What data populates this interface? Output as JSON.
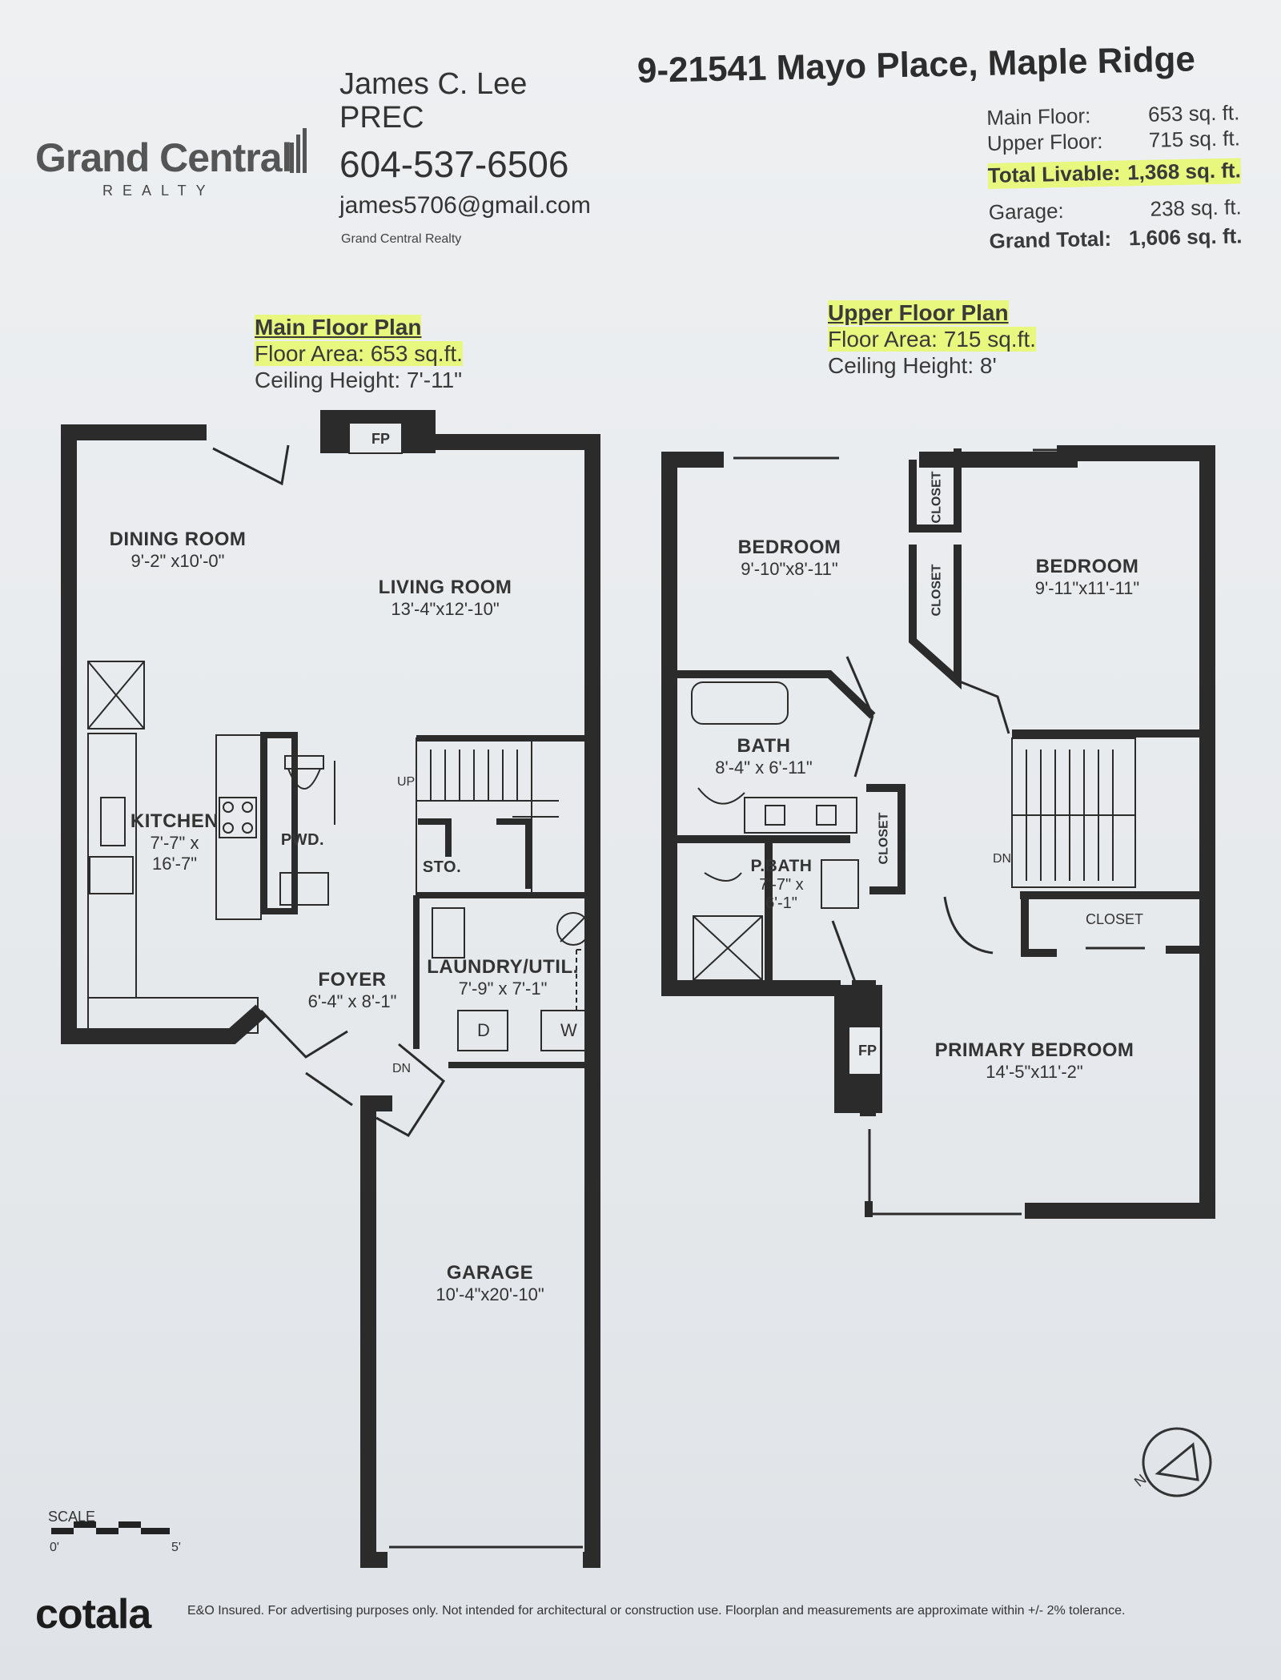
{
  "brand": {
    "name": "Grand Central",
    "sub": "REALTY"
  },
  "agent": {
    "name": "James C. Lee",
    "title": "PREC",
    "phone": "604-537-6506",
    "email": "james5706@gmail.com",
    "company": "Grand Central Realty"
  },
  "listing": {
    "address": "9-21541 Mayo Place, Maple Ridge",
    "areas": [
      {
        "label": "Main Floor:",
        "value": "653 sq. ft."
      },
      {
        "label": "Upper Floor:",
        "value": "715 sq. ft."
      },
      {
        "label": "Total Livable:",
        "value": "1,368 sq. ft."
      },
      {
        "label": "Garage:",
        "value": "238 sq. ft."
      },
      {
        "label": "Grand Total:",
        "value": "1,606 sq. ft."
      }
    ]
  },
  "main_plan": {
    "title": "Main Floor Plan",
    "area": "Floor Area: 653 sq.ft.",
    "ceiling": "Ceiling Height: 7'-11\"",
    "rooms": {
      "dining": {
        "name": "DINING ROOM",
        "dims": "9'-2\" x10'-0\""
      },
      "living": {
        "name": "LIVING ROOM",
        "dims": "13'-4\"x12'-10\""
      },
      "kitchen": {
        "name": "KITCHEN",
        "dims1": "7'-7\" x",
        "dims2": "16'-7\""
      },
      "pwd": {
        "name": "PWD."
      },
      "sto": {
        "name": "STO."
      },
      "foyer": {
        "name": "FOYER",
        "dims": "6'-4\" x 8'-1\""
      },
      "laundry": {
        "name": "LAUNDRY/UTIL.",
        "dims": "7'-9\" x 7'-1\""
      },
      "garage": {
        "name": "GARAGE",
        "dims": "10'-4\"x20'-10\""
      }
    },
    "labels": {
      "fp": "FP",
      "up": "UP",
      "dn": "DN",
      "dryer": "D",
      "washer": "W"
    }
  },
  "upper_plan": {
    "title": "Upper Floor Plan",
    "area": "Floor Area: 715 sq.ft.",
    "ceiling": "Ceiling Height: 8'",
    "rooms": {
      "bedroom1": {
        "name": "BEDROOM",
        "dims": "9'-10\"x8'-11\""
      },
      "bedroom2": {
        "name": "BEDROOM",
        "dims": "9'-11\"x11'-11\""
      },
      "bath": {
        "name": "BATH",
        "dims": "8'-4\" x 6'-11\""
      },
      "pbath": {
        "name": "P.BATH",
        "dims1": "7'-7\" x",
        "dims2": "6'-1\""
      },
      "primary": {
        "name": "PRIMARY BEDROOM",
        "dims": "14'-5\"x11'-2\""
      }
    },
    "labels": {
      "closet": "CLOSET",
      "fp": "FP",
      "dn": "DN"
    }
  },
  "scale": {
    "label": "SCALE",
    "min": "0'",
    "max": "5'"
  },
  "footer": {
    "logo": "cotala",
    "disclaimer": "E&O Insured. For advertising purposes only. Not intended for architectural or construction use. Floorplan and measurements are approximate within +/- 2% tolerance."
  },
  "colors": {
    "wall": "#2b2b2b",
    "highlight": "#e8f77e",
    "paper": "#e9ecef"
  }
}
